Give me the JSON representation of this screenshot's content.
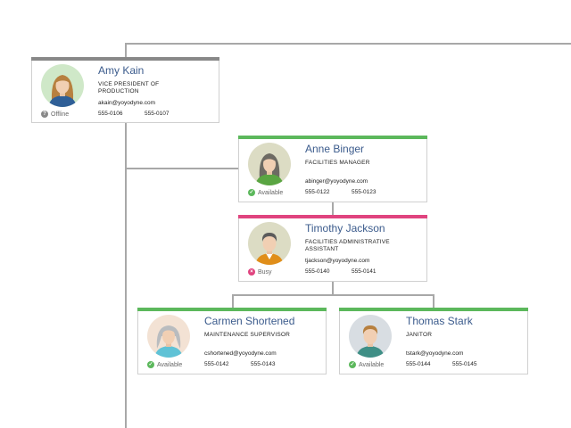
{
  "colors": {
    "line": "#a8a8a8",
    "offline": "#888888",
    "available": "#5cb85c",
    "busy": "#e0447f",
    "name": "#3b5b8c"
  },
  "people": [
    {
      "id": "amy",
      "name": "Amy Kain",
      "title": "VICE PRESIDENT OF PRODUCTION",
      "email": "akain@yoyodyne.com",
      "phone1": "555-0106",
      "phone2": "555-0107",
      "status": "Offline",
      "status_icon": "question-icon",
      "accent": "#888888",
      "avatar_bg": "#cfe8c8"
    },
    {
      "id": "anne",
      "name": "Anne Binger",
      "title": "FACILITIES MANAGER",
      "email": "abinger@yoyodyne.com",
      "phone1": "555-0122",
      "phone2": "555-0123",
      "status": "Available",
      "status_icon": "check-icon",
      "accent": "#5cb85c",
      "avatar_bg": "#dcdcc4"
    },
    {
      "id": "timothy",
      "name": "Timothy Jackson",
      "title": "FACILITIES ADMINISTRATIVE ASSISTANT",
      "email": "tjackson@yoyodyne.com",
      "phone1": "555-0140",
      "phone2": "555-0141",
      "status": "Busy",
      "status_icon": "x-icon",
      "accent": "#e0447f",
      "avatar_bg": "#dcdcc4"
    },
    {
      "id": "carmen",
      "name": "Carmen Shortened",
      "title": "MAINTENANCE SUPERVISOR",
      "email": "cshortened@yoyodyne.com",
      "phone1": "555-0142",
      "phone2": "555-0143",
      "status": "Available",
      "status_icon": "check-icon",
      "accent": "#5cb85c",
      "avatar_bg": "#f3e2d4"
    },
    {
      "id": "thomas",
      "name": "Thomas Stark",
      "title": "JANITOR",
      "email": "tstark@yoyodyne.com",
      "phone1": "555-0144",
      "phone2": "555-0145",
      "status": "Available",
      "status_icon": "check-icon",
      "accent": "#5cb85c",
      "avatar_bg": "#d8dde2"
    }
  ]
}
